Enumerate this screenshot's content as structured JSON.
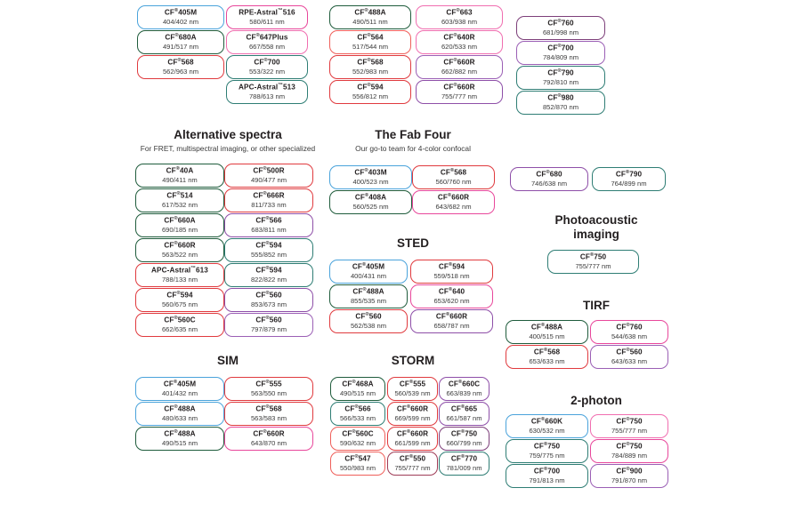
{
  "page": {
    "title": "CF Dye selection chart by imaging application",
    "trademark_symbol": "®",
    "unit_suffix": "nm"
  },
  "colors": {
    "blue": "#4aa3db",
    "green": "#2f6b4f",
    "teal": "#2e7d74",
    "red": "#e03a3e",
    "salmon": "#ef5f5a",
    "magenta": "#e8479b",
    "pink": "#f06eb0",
    "purple": "#8e4fa8",
    "violet": "#9b5fb5",
    "plum": "#7d3f7a",
    "maroon": "#9e3b56",
    "darkgreen": "#1f5c3c",
    "text": "#231f20",
    "subtext": "#3a3a3a"
  },
  "sections": [
    {
      "id": "top-left",
      "heading": "",
      "subheading": "",
      "columns": [
        {
          "id": "top-left-col1",
          "chips": [
            {
              "name": "CF",
              "tm": "®",
              "model": "405M",
              "spec": "404/402 nm",
              "color": "blue"
            },
            {
              "name": "CF",
              "tm": "®",
              "model": "680A",
              "spec": "491/517 nm",
              "color": "darkgreen"
            },
            {
              "name": "CF",
              "tm": "®",
              "model": "568",
              "spec": "562/963 nm",
              "color": "red"
            }
          ]
        },
        {
          "id": "top-left-col2",
          "chips": [
            {
              "name": "RPE-Astral",
              "tm": "™",
              "model": "516",
              "spec": "580/611 nm",
              "color": "magenta"
            },
            {
              "name": "CF",
              "tm": "®",
              "model": "647Plus",
              "spec": "667/558 nm",
              "color": "pink"
            },
            {
              "name": "CF",
              "tm": "®",
              "model": "700",
              "spec": "553/322 nm",
              "color": "teal"
            },
            {
              "name": "APC-Astral",
              "tm": "™",
              "model": "513",
              "spec": "788/613 nm",
              "color": "teal"
            }
          ]
        }
      ]
    },
    {
      "id": "top-mid",
      "heading": "",
      "subheading": "",
      "columns": [
        {
          "id": "top-mid-col1",
          "chips": [
            {
              "name": "CF",
              "tm": "®",
              "model": "488A",
              "spec": "490/511 nm",
              "color": "darkgreen"
            },
            {
              "name": "CF",
              "tm": "®",
              "model": "564",
              "spec": "517/544 nm",
              "color": "salmon"
            },
            {
              "name": "CF",
              "tm": "®",
              "model": "568",
              "spec": "552/983 nm",
              "color": "red"
            },
            {
              "name": "CF",
              "tm": "®",
              "model": "594",
              "spec": "556/812 nm",
              "color": "red"
            }
          ]
        },
        {
          "id": "top-mid-col2",
          "chips": [
            {
              "name": "CF",
              "tm": "®",
              "model": "663",
              "spec": "603/938 nm",
              "color": "pink"
            },
            {
              "name": "CF",
              "tm": "®",
              "model": "640R",
              "spec": "620/533 nm",
              "color": "pink"
            },
            {
              "name": "CF",
              "tm": "®",
              "model": "660R",
              "spec": "662/882 nm",
              "color": "violet"
            },
            {
              "name": "CF",
              "tm": "®",
              "model": "660R",
              "spec": "755/777 nm",
              "color": "purple"
            }
          ]
        }
      ]
    },
    {
      "id": "top-right",
      "heading": "",
      "subheading": "",
      "columns": [
        {
          "id": "top-right-col1",
          "chips": [
            {
              "name": "CF",
              "tm": "®",
              "model": "760",
              "spec": "681/998 nm",
              "color": "plum"
            },
            {
              "name": "CF",
              "tm": "®",
              "model": "700",
              "spec": "784/809 nm",
              "color": "violet"
            },
            {
              "name": "CF",
              "tm": "®",
              "model": "790",
              "spec": "792/810 nm",
              "color": "teal"
            },
            {
              "name": "CF",
              "tm": "®",
              "model": "980",
              "spec": "852/870 nm",
              "color": "teal"
            }
          ]
        }
      ]
    },
    {
      "id": "alternative-spectra",
      "heading": "Alternative spectra",
      "subheading": "For FRET, multispectral imaging, or other specialized",
      "columns": [
        {
          "id": "alt-col1",
          "chips": [
            {
              "name": "CF",
              "tm": "®",
              "model": "40A",
              "spec": "490/411 nm",
              "color": "darkgreen"
            },
            {
              "name": "CF",
              "tm": "®",
              "model": "514",
              "spec": "617/532 nm",
              "color": "darkgreen"
            },
            {
              "name": "CF",
              "tm": "®",
              "model": "660A",
              "spec": "690/185 nm",
              "color": "darkgreen"
            },
            {
              "name": "CF",
              "tm": "®",
              "model": "660R",
              "spec": "563/522 nm",
              "color": "darkgreen"
            },
            {
              "name": "APC-Astral",
              "tm": "™",
              "model": "613",
              "spec": "788/133 nm",
              "color": "red"
            },
            {
              "name": "CF",
              "tm": "®",
              "model": "594",
              "spec": "560/675 nm",
              "color": "red"
            },
            {
              "name": "CF",
              "tm": "®",
              "model": "560C",
              "spec": "662/635 nm",
              "color": "red"
            }
          ]
        },
        {
          "id": "alt-col2",
          "chips": [
            {
              "name": "CF",
              "tm": "®",
              "model": "500R",
              "spec": "490/477 nm",
              "color": "red"
            },
            {
              "name": "CF",
              "tm": "®",
              "model": "666R",
              "spec": "811/733 nm",
              "color": "red"
            },
            {
              "name": "CF",
              "tm": "®",
              "model": "566",
              "spec": "683/811 nm",
              "color": "purple"
            },
            {
              "name": "CF",
              "tm": "®",
              "model": "594",
              "spec": "555/852 nm",
              "color": "teal"
            },
            {
              "name": "CF",
              "tm": "®",
              "model": "594",
              "spec": "822/822 nm",
              "color": "teal"
            },
            {
              "name": "CF",
              "tm": "®",
              "model": "560",
              "spec": "853/673 nm",
              "color": "purple"
            },
            {
              "name": "CF",
              "tm": "®",
              "model": "560",
              "spec": "797/879 nm",
              "color": "violet"
            }
          ]
        }
      ]
    },
    {
      "id": "fab-four",
      "heading": "The Fab Four",
      "subheading": "Our go-to team for 4-color confocal",
      "columns": [
        {
          "id": "fab-col1",
          "chips": [
            {
              "name": "CF",
              "tm": "®",
              "model": "403M",
              "spec": "400/523 nm",
              "color": "blue"
            },
            {
              "name": "CF",
              "tm": "®",
              "model": "408A",
              "spec": "560/525 nm",
              "color": "darkgreen"
            }
          ]
        },
        {
          "id": "fab-col2",
          "chips": [
            {
              "name": "CF",
              "tm": "®",
              "model": "568",
              "spec": "560/760 nm",
              "color": "red"
            },
            {
              "name": "CF",
              "tm": "®",
              "model": "660R",
              "spec": "643/682 nm",
              "color": "magenta"
            }
          ]
        }
      ]
    },
    {
      "id": "sted",
      "heading": "STED",
      "subheading": "",
      "columns": [
        {
          "id": "sted-col1",
          "chips": [
            {
              "name": "CF",
              "tm": "®",
              "model": "405M",
              "spec": "400/431 nm",
              "color": "blue"
            },
            {
              "name": "CF",
              "tm": "®",
              "model": "488A",
              "spec": "855/535 nm",
              "color": "darkgreen"
            },
            {
              "name": "CF",
              "tm": "®",
              "model": "560",
              "spec": "562/538 nm",
              "color": "red"
            }
          ]
        },
        {
          "id": "sted-col2",
          "chips": [
            {
              "name": "CF",
              "tm": "®",
              "model": "594",
              "spec": "559/518 nm",
              "color": "red"
            },
            {
              "name": "CF",
              "tm": "®",
              "model": "640",
              "spec": "653/620 nm",
              "color": "magenta"
            },
            {
              "name": "CF",
              "tm": "®",
              "model": "660R",
              "spec": "658/787 nm",
              "color": "purple"
            }
          ]
        }
      ]
    },
    {
      "id": "fret-pair-right",
      "heading": "",
      "subheading": "",
      "columns": [
        {
          "id": "fret-right-col1",
          "chips": [
            {
              "name": "CF",
              "tm": "®",
              "model": "680",
              "spec": "746/638 nm",
              "color": "purple"
            }
          ]
        },
        {
          "id": "fret-right-col2",
          "chips": [
            {
              "name": "CF",
              "tm": "®",
              "model": "790",
              "spec": "764/899 nm",
              "color": "teal"
            }
          ]
        }
      ]
    },
    {
      "id": "photoacoustic",
      "heading": "Photoacoustic imaging",
      "heading_line1": "Photoacoustic",
      "heading_line2": "imaging",
      "subheading": "",
      "columns": [
        {
          "id": "photo-col1",
          "chips": [
            {
              "name": "CF",
              "tm": "®",
              "model": "750",
              "spec": "755/777 nm",
              "color": "teal"
            }
          ]
        }
      ]
    },
    {
      "id": "tirf",
      "heading": "TIRF",
      "subheading": "",
      "columns": [
        {
          "id": "tirf-col1",
          "chips": [
            {
              "name": "CF",
              "tm": "®",
              "model": "488A",
              "spec": "400/515 nm",
              "color": "darkgreen"
            },
            {
              "name": "CF",
              "tm": "®",
              "model": "568",
              "spec": "653/633 nm",
              "color": "red"
            }
          ]
        },
        {
          "id": "tirf-col2",
          "chips": [
            {
              "name": "CF",
              "tm": "®",
              "model": "760",
              "spec": "544/638 nm",
              "color": "magenta"
            },
            {
              "name": "CF",
              "tm": "®",
              "model": "560",
              "spec": "643/633 nm",
              "color": "violet"
            }
          ]
        }
      ]
    },
    {
      "id": "sim",
      "heading": "SIM",
      "subheading": "",
      "columns": [
        {
          "id": "sim-col1",
          "chips": [
            {
              "name": "CF",
              "tm": "®",
              "model": "405M",
              "spec": "401/432 nm",
              "color": "blue"
            },
            {
              "name": "CF",
              "tm": "®",
              "model": "488A",
              "spec": "480/633 nm",
              "color": "blue"
            },
            {
              "name": "CF",
              "tm": "®",
              "model": "488A",
              "spec": "490/515 nm",
              "color": "darkgreen"
            }
          ]
        },
        {
          "id": "sim-col2",
          "chips": [
            {
              "name": "CF",
              "tm": "®",
              "model": "555",
              "spec": "563/550 nm",
              "color": "red"
            },
            {
              "name": "CF",
              "tm": "®",
              "model": "568",
              "spec": "563/583 nm",
              "color": "red"
            },
            {
              "name": "CF",
              "tm": "®",
              "model": "660R",
              "spec": "643/870 nm",
              "color": "magenta"
            }
          ]
        }
      ]
    },
    {
      "id": "storm",
      "heading": "STORM",
      "subheading": "",
      "columns": [
        {
          "id": "storm-col1",
          "chips": [
            {
              "name": "CF",
              "tm": "®",
              "model": "468A",
              "spec": "490/515 nm",
              "color": "darkgreen"
            },
            {
              "name": "CF",
              "tm": "®",
              "model": "566",
              "spec": "566/533 nm",
              "color": "teal"
            },
            {
              "name": "CF",
              "tm": "®",
              "model": "560C",
              "spec": "590/632 nm",
              "color": "salmon"
            },
            {
              "name": "CF",
              "tm": "®",
              "model": "547",
              "spec": "550/983 nm",
              "color": "salmon"
            }
          ]
        },
        {
          "id": "storm-col2",
          "chips": [
            {
              "name": "CF",
              "tm": "®",
              "model": "555",
              "spec": "560/539 nm",
              "color": "red"
            },
            {
              "name": "CF",
              "tm": "®",
              "model": "660R",
              "spec": "669/599 nm",
              "color": "red"
            },
            {
              "name": "CF",
              "tm": "®",
              "model": "660R",
              "spec": "661/599 nm",
              "color": "red"
            },
            {
              "name": "CF",
              "tm": "®",
              "model": "550",
              "spec": "755/777 nm",
              "color": "maroon"
            }
          ]
        },
        {
          "id": "storm-col3",
          "chips": [
            {
              "name": "CF",
              "tm": "®",
              "model": "660C",
              "spec": "663/839 nm",
              "color": "purple"
            },
            {
              "name": "CF",
              "tm": "®",
              "model": "665",
              "spec": "661/587 nm",
              "color": "purple"
            },
            {
              "name": "CF",
              "tm": "®",
              "model": "750",
              "spec": "660/799 nm",
              "color": "plum"
            },
            {
              "name": "CF",
              "tm": "®",
              "model": "770",
              "spec": "781/009 nm",
              "color": "teal"
            }
          ]
        }
      ]
    },
    {
      "id": "two-photon",
      "heading": "2-photon",
      "subheading": "",
      "columns": [
        {
          "id": "2p-col1",
          "chips": [
            {
              "name": "CF",
              "tm": "®",
              "model": "660K",
              "spec": "630/532 nm",
              "color": "blue"
            },
            {
              "name": "CF",
              "tm": "®",
              "model": "750",
              "spec": "759/775 nm",
              "color": "teal"
            },
            {
              "name": "CF",
              "tm": "®",
              "model": "700",
              "spec": "791/813 nm",
              "color": "teal"
            }
          ]
        },
        {
          "id": "2p-col2",
          "chips": [
            {
              "name": "CF",
              "tm": "®",
              "model": "750",
              "spec": "755/777 nm",
              "color": "pink"
            },
            {
              "name": "CF",
              "tm": "®",
              "model": "750",
              "spec": "784/889 nm",
              "color": "magenta"
            },
            {
              "name": "CF",
              "tm": "®",
              "model": "900",
              "spec": "791/870 nm",
              "color": "violet"
            }
          ]
        }
      ]
    }
  ],
  "layout": {
    "chip_w_narrow": 98,
    "chip_w_mid": 105,
    "chip_h": 27,
    "row_gap": 28
  }
}
